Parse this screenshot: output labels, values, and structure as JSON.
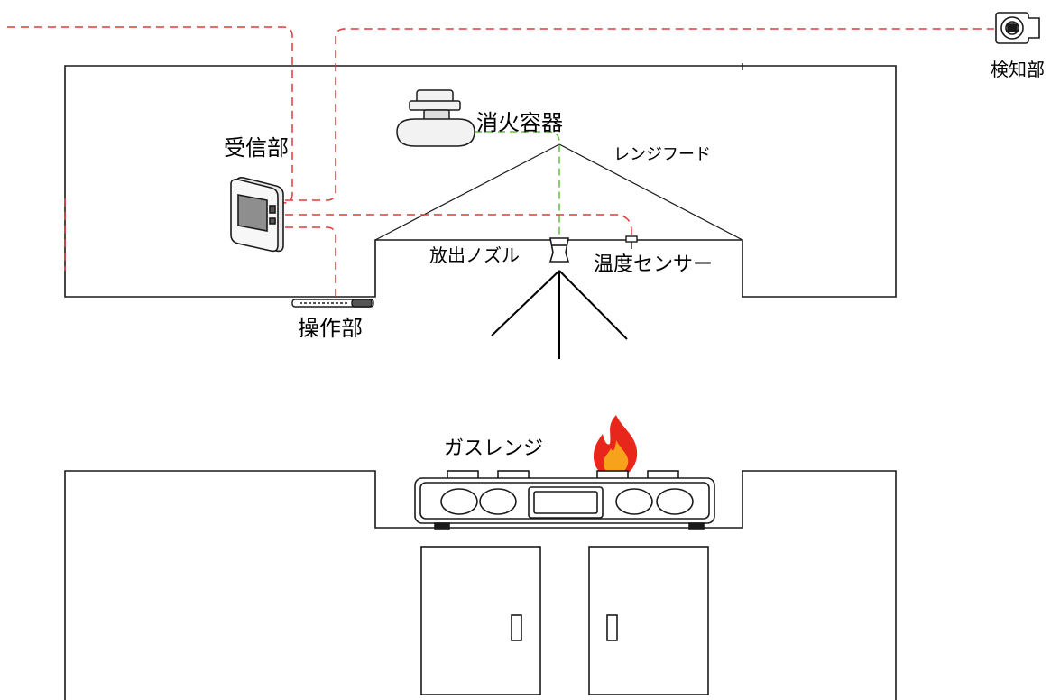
{
  "labels": {
    "detector": "検知部",
    "extinguisher": "消火容器",
    "receiver": "受信部",
    "range_hood": "レンジフード",
    "nozzle": "放出ノズル",
    "temp_sensor": "温度センサー",
    "operation": "操作部",
    "gas_range": "ガスレンジ"
  },
  "colors": {
    "wire_red": "#e03a3a",
    "pipe_green": "#66bb44",
    "line": "#1a1a1a",
    "flame_outer": "#e8261c",
    "flame_inner": "#f7a21b",
    "device_fill": "#f2f2f2"
  },
  "icons": {
    "detector": "detector-icon",
    "extinguisher": "extinguisher-container-icon",
    "receiver": "receiver-panel-icon",
    "operation": "operation-bar-icon",
    "nozzle": "discharge-nozzle-icon",
    "temp_sensor": "temperature-sensor-icon",
    "flame": "flame-icon"
  }
}
